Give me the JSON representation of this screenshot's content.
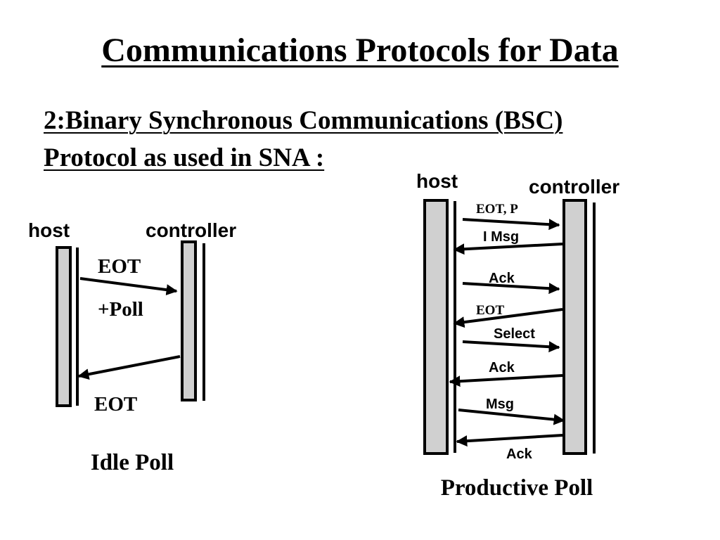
{
  "title": "Communications Protocols for Data",
  "subtitle": {
    "line1": "2:Binary Synchronous Communications (BSC)",
    "line2": "Protocol as used in SNA :"
  },
  "colors": {
    "bar_fill": "#d0d0d0",
    "stroke": "#000000"
  },
  "idle_poll": {
    "caption": "Idle Poll",
    "host_label": "host",
    "controller_label": "controller",
    "messages": [
      {
        "label": "EOT",
        "direction": "host-to-controller"
      },
      {
        "label": "+Poll",
        "direction": "host-to-controller"
      },
      {
        "label": "EOT",
        "direction": "controller-to-host"
      }
    ]
  },
  "productive_poll": {
    "caption": "Productive Poll",
    "host_label": "host",
    "controller_label": "controller",
    "messages": [
      {
        "label": "EOT, P",
        "direction": "host-to-controller"
      },
      {
        "label": "I Msg",
        "direction": "controller-to-host"
      },
      {
        "label": "Ack",
        "direction": "host-to-controller"
      },
      {
        "label": "EOT",
        "direction": "controller-to-host"
      },
      {
        "label": "Select",
        "direction": "host-to-controller"
      },
      {
        "label": "Ack",
        "direction": "controller-to-host"
      },
      {
        "label": "Msg",
        "direction": "host-to-controller"
      },
      {
        "label": "Ack",
        "direction": "controller-to-host"
      }
    ]
  }
}
